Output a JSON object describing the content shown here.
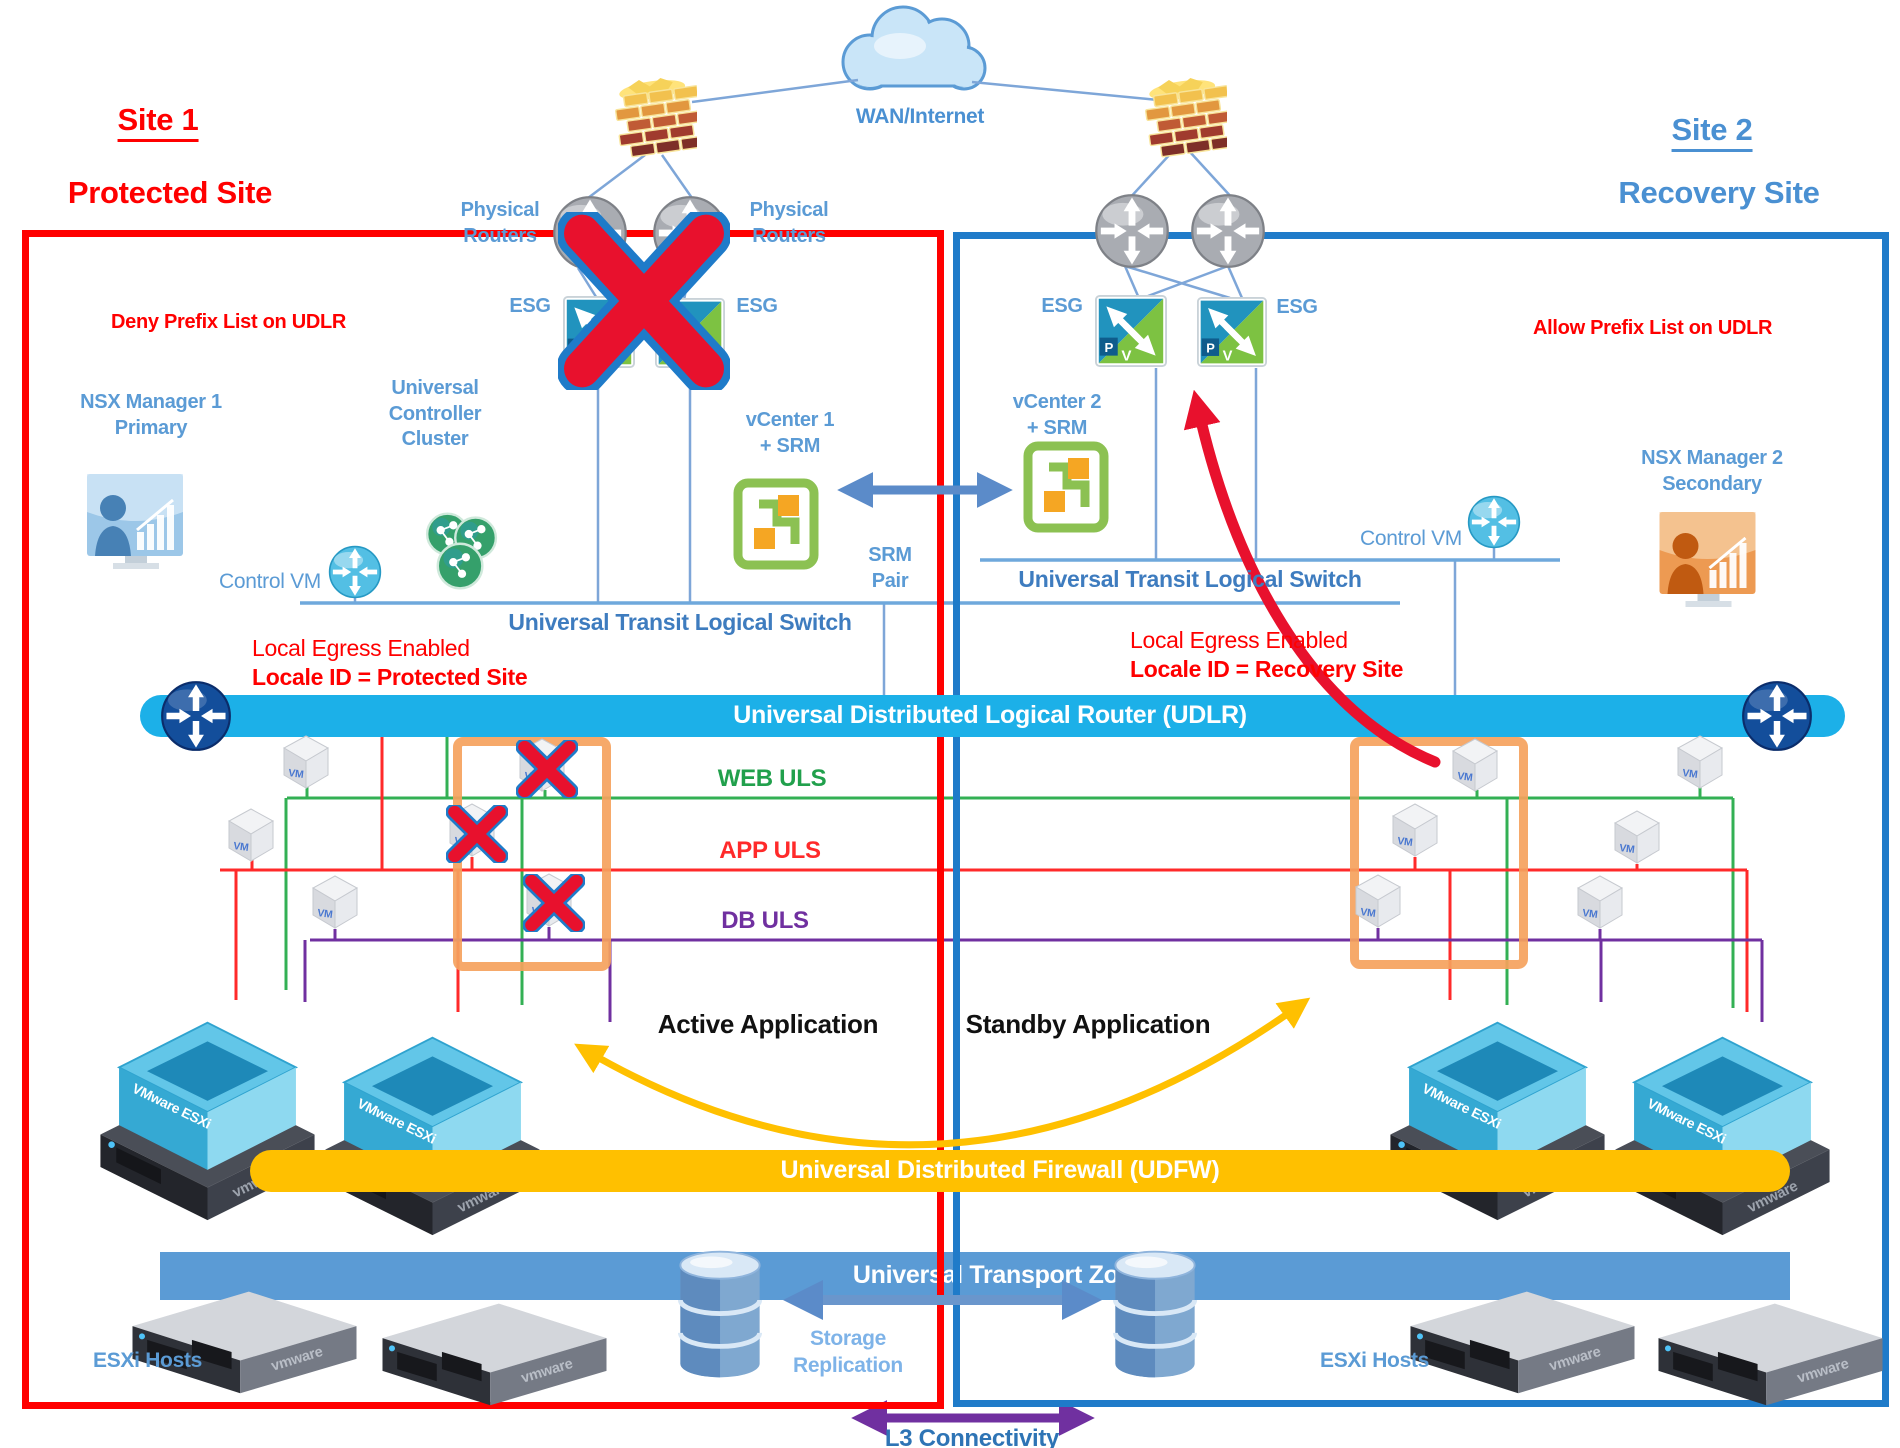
{
  "wan_label": "WAN/Internet",
  "site1": {
    "title": "Site 1",
    "subtitle": "Protected Site",
    "prefix_note": "Deny Prefix List on UDLR",
    "nsx_manager": {
      "line1": "NSX Manager 1",
      "line2": "Primary"
    },
    "controller_cluster": {
      "line1": "Universal",
      "line2": "Controller",
      "line3": "Cluster"
    },
    "physical_routers_left": {
      "line1": "Physical",
      "line2": "Routers"
    },
    "physical_routers_right": {
      "line1": "Physical",
      "line2": "Routers"
    },
    "esg_left": "ESG",
    "esg_right": "ESG",
    "vcenter": {
      "line1": "vCenter 1",
      "line2": "+ SRM"
    },
    "control_vm": "Control VM",
    "transit_switch": "Universal Transit Logical Switch",
    "local_egress": "Local Egress Enabled",
    "locale_id": "Locale ID = Protected Site",
    "esxi_hosts": "ESXi Hosts"
  },
  "site2": {
    "title": "Site 2",
    "subtitle": "Recovery Site",
    "prefix_note": "Allow Prefix List on UDLR",
    "nsx_manager": {
      "line1": "NSX Manager 2",
      "line2": "Secondary"
    },
    "esg_left": "ESG",
    "esg_right": "ESG",
    "vcenter": {
      "line1": "vCenter 2",
      "line2": "+ SRM"
    },
    "control_vm": "Control VM",
    "transit_switch": "Universal Transit Logical Switch",
    "local_egress": "Local Egress Enabled",
    "locale_id": "Locale ID = Recovery Site",
    "esxi_hosts": "ESXi Hosts"
  },
  "srm_pair": {
    "line1": "SRM",
    "line2": "Pair"
  },
  "udlr_label": "Universal Distributed Logical Router (UDLR)",
  "uls": {
    "web": "WEB ULS",
    "app": "APP ULS",
    "db": "DB ULS"
  },
  "applications": {
    "active": "Active Application",
    "standby": "Standby Application"
  },
  "udfw_label": "Universal Distributed Firewall (UDFW)",
  "utz_label": "Universal Transport Zone",
  "storage": {
    "line1": "Storage",
    "line2": "Replication"
  },
  "l3_label": "L3 Connectivity",
  "vm_label": "VM",
  "esg_letters": {
    "p": "P",
    "v": "V"
  },
  "esxi_box_label": "VMware ESXi",
  "vmware_label": "vmware",
  "colors": {
    "site1_red": "#FF0000",
    "site2_blue": "#1F7BC9",
    "label_blue": "#5B9BD5",
    "udlr_bar": "#1CB0E8",
    "udfw_bar": "#FFC000",
    "utz_bar": "#5B9BD5",
    "web_uls": "#21A04C",
    "app_uls": "#FF2A2A",
    "db_uls": "#7030A0",
    "highlight_orange": "#F5A25D"
  }
}
